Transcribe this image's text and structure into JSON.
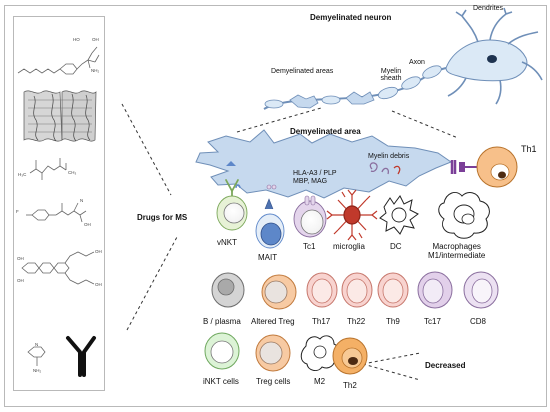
{
  "title": "Demyelinated neuron",
  "neuron_labels": {
    "dendrites": "Dendrites",
    "demyelinated_areas": "Demyelinated areas",
    "myelin_sheath": "Myelin sheath",
    "axon": "Axon"
  },
  "lesion": {
    "title": "Demyelinated area",
    "myelin_debris": "Myelin debris",
    "antigens": "HLA-A3 / PLP\nMBP, MAG"
  },
  "drugs_label": "Drugs for MS",
  "cells_row1": {
    "vnkt": "vNKT",
    "mait": "MAIT",
    "tc1": "Tc1",
    "microglia": "microglia",
    "dc": "DC",
    "macrophages": "Macrophages\nM1/intermediate",
    "th1": "Th1"
  },
  "cells_row2": [
    "B / plasma",
    "Altered Treg",
    "Th17",
    "Th22",
    "Th9",
    "Tc17",
    "CD8"
  ],
  "cells_row3": [
    "iNKT cells",
    "Treg cells",
    "M2",
    "Th2"
  ],
  "decreased_label": "Decreased",
  "colors": {
    "frame_border": "#b9b9b9",
    "neuron_fill": "#dbe9f6",
    "neuron_stroke": "#6f8fb8",
    "lesion_fill": "#c6d9ee",
    "vnkt": "#e7f2d6",
    "mait": "#5d87c9",
    "tc1": "#e4d5ec",
    "microglia": "#c0392b",
    "b_plasma": "#d4d4d4",
    "treg_orange": "#f7caa3",
    "th_pink": "#f8d3cf",
    "tc17": "#e2d0ea",
    "cd8": "#ece1f2",
    "inkt": "#dcf3d6",
    "th2": "#f4b066",
    "th1": "#f7c08a",
    "nucleus_dark": "#4e2b12"
  }
}
